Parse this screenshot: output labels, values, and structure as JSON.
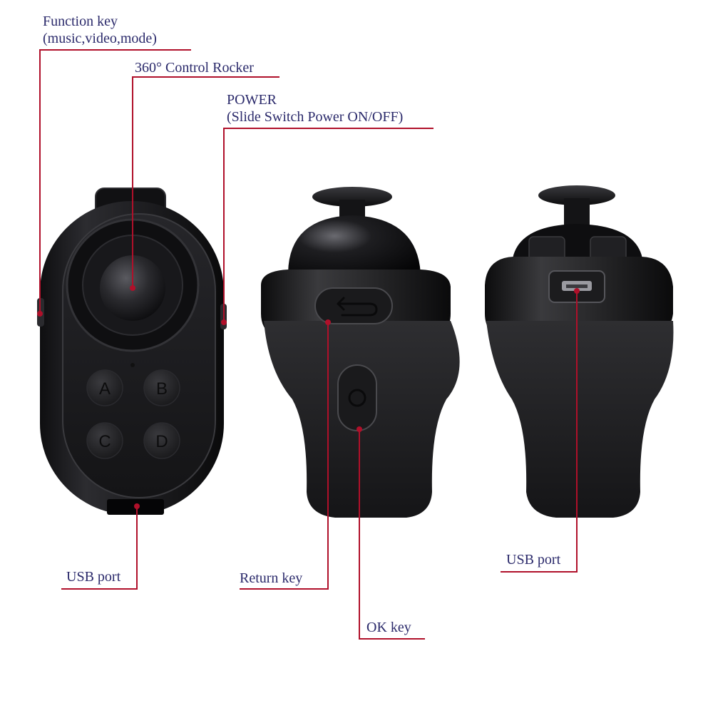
{
  "labels": {
    "function_key_line1": "Function key",
    "function_key_line2": "(music,video,mode)",
    "rocker": "360°  Control Rocker",
    "power_line1": "POWER",
    "power_line2": "(Slide Switch Power ON/OFF)",
    "usb_port_left": "USB port",
    "return_key": "Return key",
    "ok_key": "OK key",
    "usb_port_right": "USB port"
  },
  "buttons": {
    "a": "A",
    "b": "B",
    "c": "C",
    "d": "D"
  },
  "colors": {
    "callout_line": "#b0102a",
    "label_text": "#2b2a6b",
    "device_body": "#1c1c1e",
    "background": "#ffffff"
  }
}
